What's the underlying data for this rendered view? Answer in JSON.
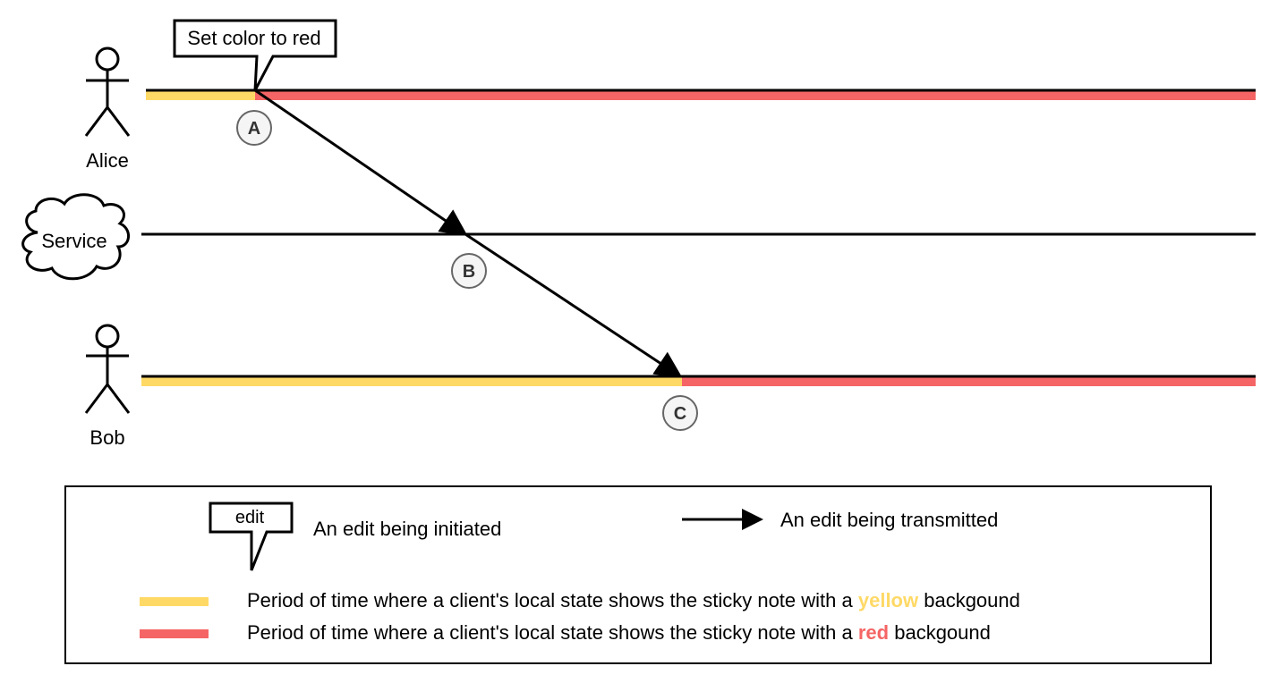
{
  "actors": {
    "alice": {
      "label": "Alice"
    },
    "service": {
      "label": "Service"
    },
    "bob": {
      "label": "Bob"
    }
  },
  "callout": {
    "text": "Set color to red"
  },
  "markers": {
    "a": "A",
    "b": "B",
    "c": "C"
  },
  "legend": {
    "callout_sample_text": "edit",
    "initiated": "An edit being initiated",
    "transmitted": "An edit being transmitted",
    "yellow_prefix": "Period of time where a client's local state shows the sticky note with a ",
    "yellow_word": "yellow",
    "yellow_suffix": " backgound",
    "red_prefix": "Period of time where a client's local state shows the sticky note with a ",
    "red_word": "red",
    "red_suffix": " backgound"
  },
  "colors": {
    "yellow": "#ffd966",
    "red": "#f56565",
    "line": "#000000",
    "marker_fill": "#f5f5f5",
    "marker_stroke": "#666666"
  }
}
